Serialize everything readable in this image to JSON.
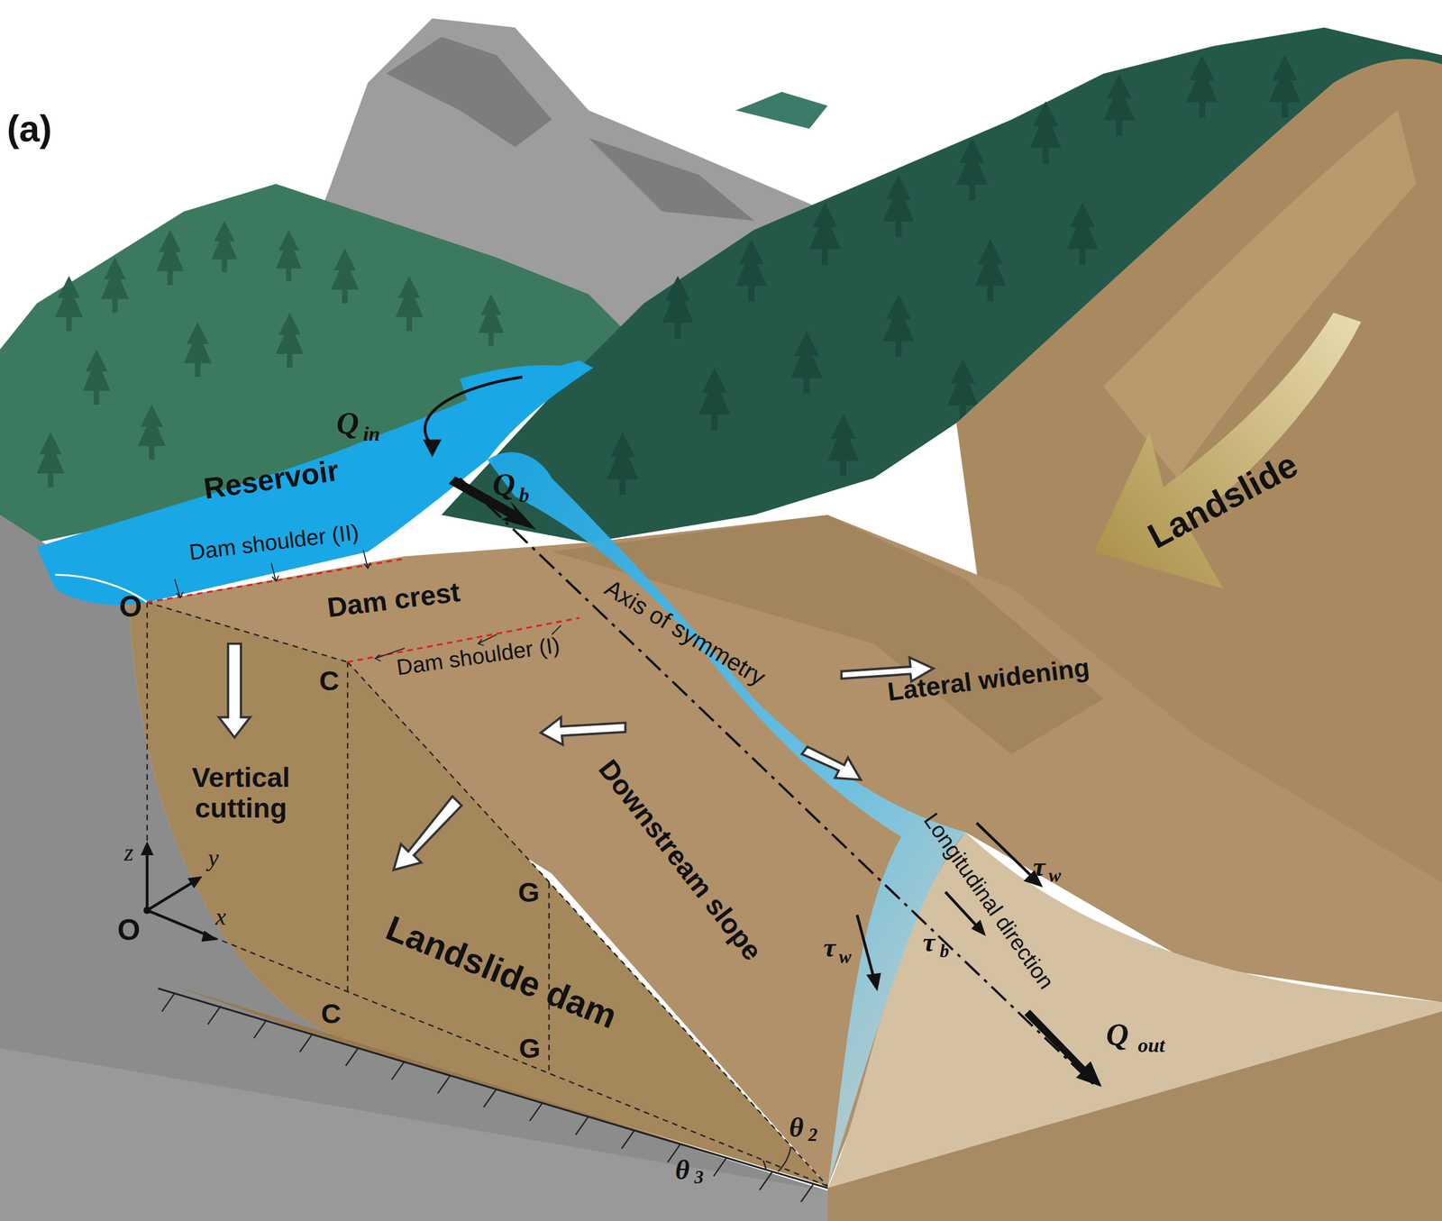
{
  "diagram": {
    "labels": [
      "(a)",
      "Q",
      "in",
      "Reservoir",
      "Q",
      "b",
      "Dam shoulder (II)",
      "O",
      "Dam crest",
      "Axis of symmetry",
      "Landslide",
      "C",
      "Dam shoulder (I)",
      "Lateral widening",
      "Vertical cutting",
      "Downstream slope",
      "Longitudinal direction",
      "τ",
      "w",
      "τ",
      "w",
      "τ",
      "b",
      "G",
      "z",
      "y",
      "x",
      "O",
      "Landslide dam",
      "C",
      "G",
      "Q",
      "out",
      "θ",
      "2",
      "θ",
      "3"
    ]
  }
}
